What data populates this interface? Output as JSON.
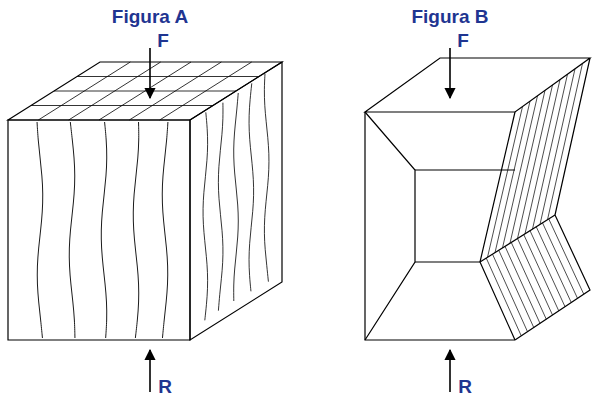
{
  "diagram": {
    "labels": [
      "Figura A",
      "Figura B",
      "F",
      "R",
      "F",
      "R"
    ]
  }
}
